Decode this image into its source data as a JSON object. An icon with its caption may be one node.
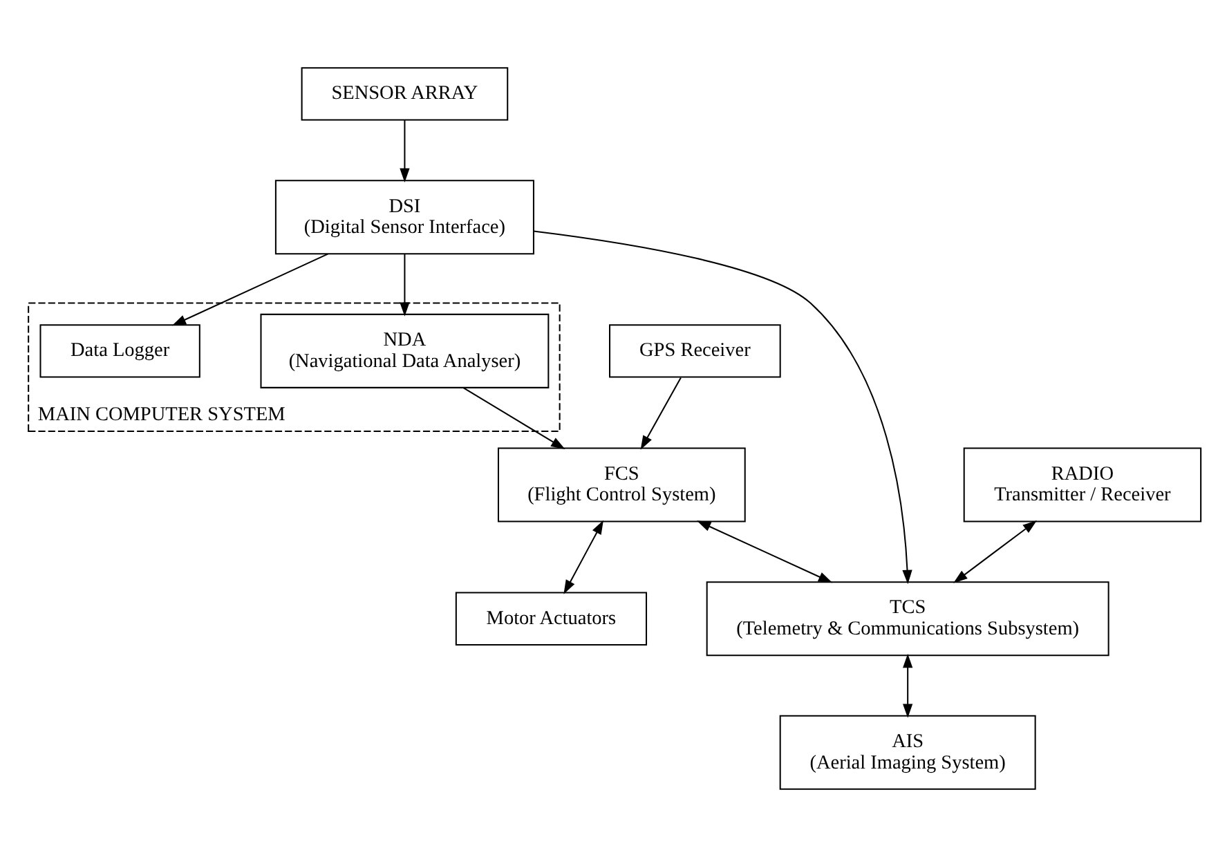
{
  "diagram": {
    "nodes": [
      {
        "text": [
          "SENSOR ARRAY"
        ]
      },
      {
        "text": [
          "DSI",
          "(Digital Sensor Interface)"
        ]
      },
      {
        "text": [
          "RADIO",
          "Transmitter / Receiver"
        ]
      },
      {
        "text": [
          "MAIN COMPUTER SYSTEM"
        ]
      },
      {
        "text": [
          "NDA",
          "(Navigational Data Analyser)"
        ],
        "in": 3
      },
      {
        "text": [
          "Data Logger"
        ],
        "in": 3
      },
      {
        "text": [
          "GPS Receiver"
        ]
      },
      {
        "text": [
          "FCS",
          "(Flight Control System)"
        ]
      },
      {
        "text": [
          "TCS",
          "(Telemetry & Communications Subsystem)"
        ]
      },
      {
        "text": [
          "Motor Actuators"
        ]
      },
      {
        "text": [
          "AIS",
          "(Aerial Imaging System)"
        ]
      }
    ],
    "edges": [
      {
        "from": 0,
        "to": 1,
        "arrow": "to"
      },
      {
        "from": 1,
        "to": 4,
        "arrow": "to"
      },
      {
        "from": 1,
        "to": 5,
        "arrow": "to"
      },
      {
        "from": 1,
        "to": 8,
        "arrow": "to"
      },
      {
        "from": 2,
        "to": 8,
        "arrow": "both"
      },
      {
        "from": 4,
        "to": 7,
        "arrow": "to"
      },
      {
        "from": 6,
        "to": 7,
        "arrow": "to"
      },
      {
        "from": 7,
        "to": 8,
        "arrow": "both"
      },
      {
        "from": 7,
        "to": 9,
        "arrow": "both"
      },
      {
        "from": 8,
        "to": 10,
        "arrow": "both"
      }
    ]
  }
}
